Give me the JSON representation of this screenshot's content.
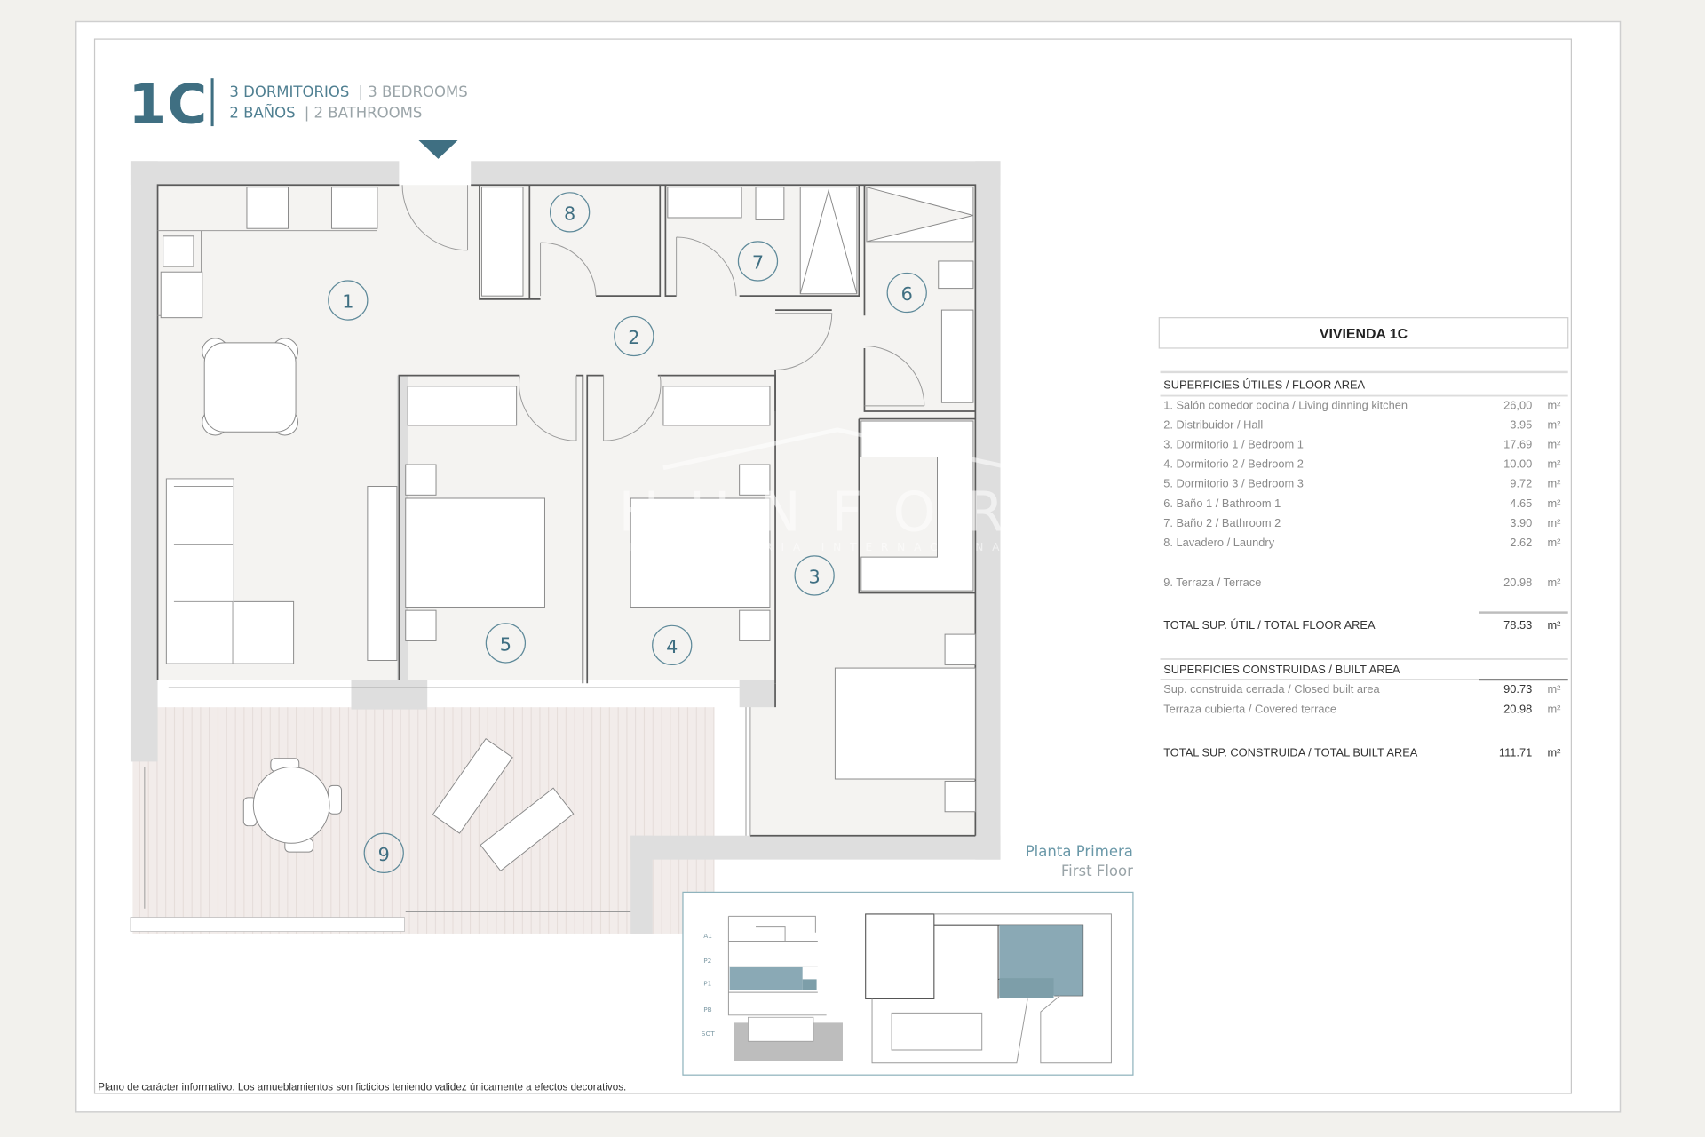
{
  "header": {
    "unit_code": "1C",
    "line1_es": "3 DORMITORIOS",
    "line1_en": "| 3 BEDROOMS",
    "line2_es": "2 BAÑOS",
    "line2_en": "| 2 BATHROOMS"
  },
  "accent_color": "#3f6f82",
  "rooms": [
    "1",
    "2",
    "3",
    "4",
    "5",
    "6",
    "7",
    "8",
    "9"
  ],
  "floor": {
    "es": "Planta Primera",
    "en": "First Floor"
  },
  "key_plan": {
    "levels": [
      "A1",
      "P2",
      "P1",
      "PB",
      "SOT"
    ],
    "highlight_color": "#8aa9b5"
  },
  "table": {
    "title": "VIVIENDA 1C",
    "floor_area_heading": "SUPERFICIES ÚTILES / FLOOR AREA",
    "unit": "m²",
    "floor_rows": [
      {
        "label": "1. Salón comedor cocina / Living dinning kitchen",
        "value": "26,00"
      },
      {
        "label": "2. Distribuidor / Hall",
        "value": "3.95"
      },
      {
        "label": "3. Dormitorio 1 / Bedroom 1",
        "value": "17.69"
      },
      {
        "label": "4. Dormitorio 2 / Bedroom 2",
        "value": "10.00"
      },
      {
        "label": "5. Dormitorio 3 / Bedroom 3",
        "value": "9.72"
      },
      {
        "label": "6. Baño 1 / Bathroom 1",
        "value": "4.65"
      },
      {
        "label": "7. Baño 2 / Bathroom 2",
        "value": "3.90"
      },
      {
        "label": "8. Lavadero / Laundry",
        "value": "2.62"
      }
    ],
    "terrace_row": {
      "label": "9. Terraza / Terrace",
      "value": "20.98"
    },
    "total_floor": {
      "label": "TOTAL SUP. ÚTIL / TOTAL FLOOR AREA",
      "value": "78.53"
    },
    "built_heading": "SUPERFICIES CONSTRUIDAS / BUILT AREA",
    "built_rows": [
      {
        "label": "Sup. construida cerrada / Closed built area",
        "value": "90.73"
      },
      {
        "label": "Terraza cubierta / Covered terrace",
        "value": "20.98"
      }
    ],
    "total_built": {
      "label": "TOTAL SUP. CONSTRUIDA /  TOTAL BUILT AREA",
      "value": "111.71"
    }
  },
  "footnote": "Plano de carácter informativo. Los amueblamientos son ficticios teniendo validez únicamente a efectos decorativos.",
  "watermark": {
    "brand": "HUNFOR",
    "tagline": "INMOBILIARIA INTERNACIONAL"
  }
}
